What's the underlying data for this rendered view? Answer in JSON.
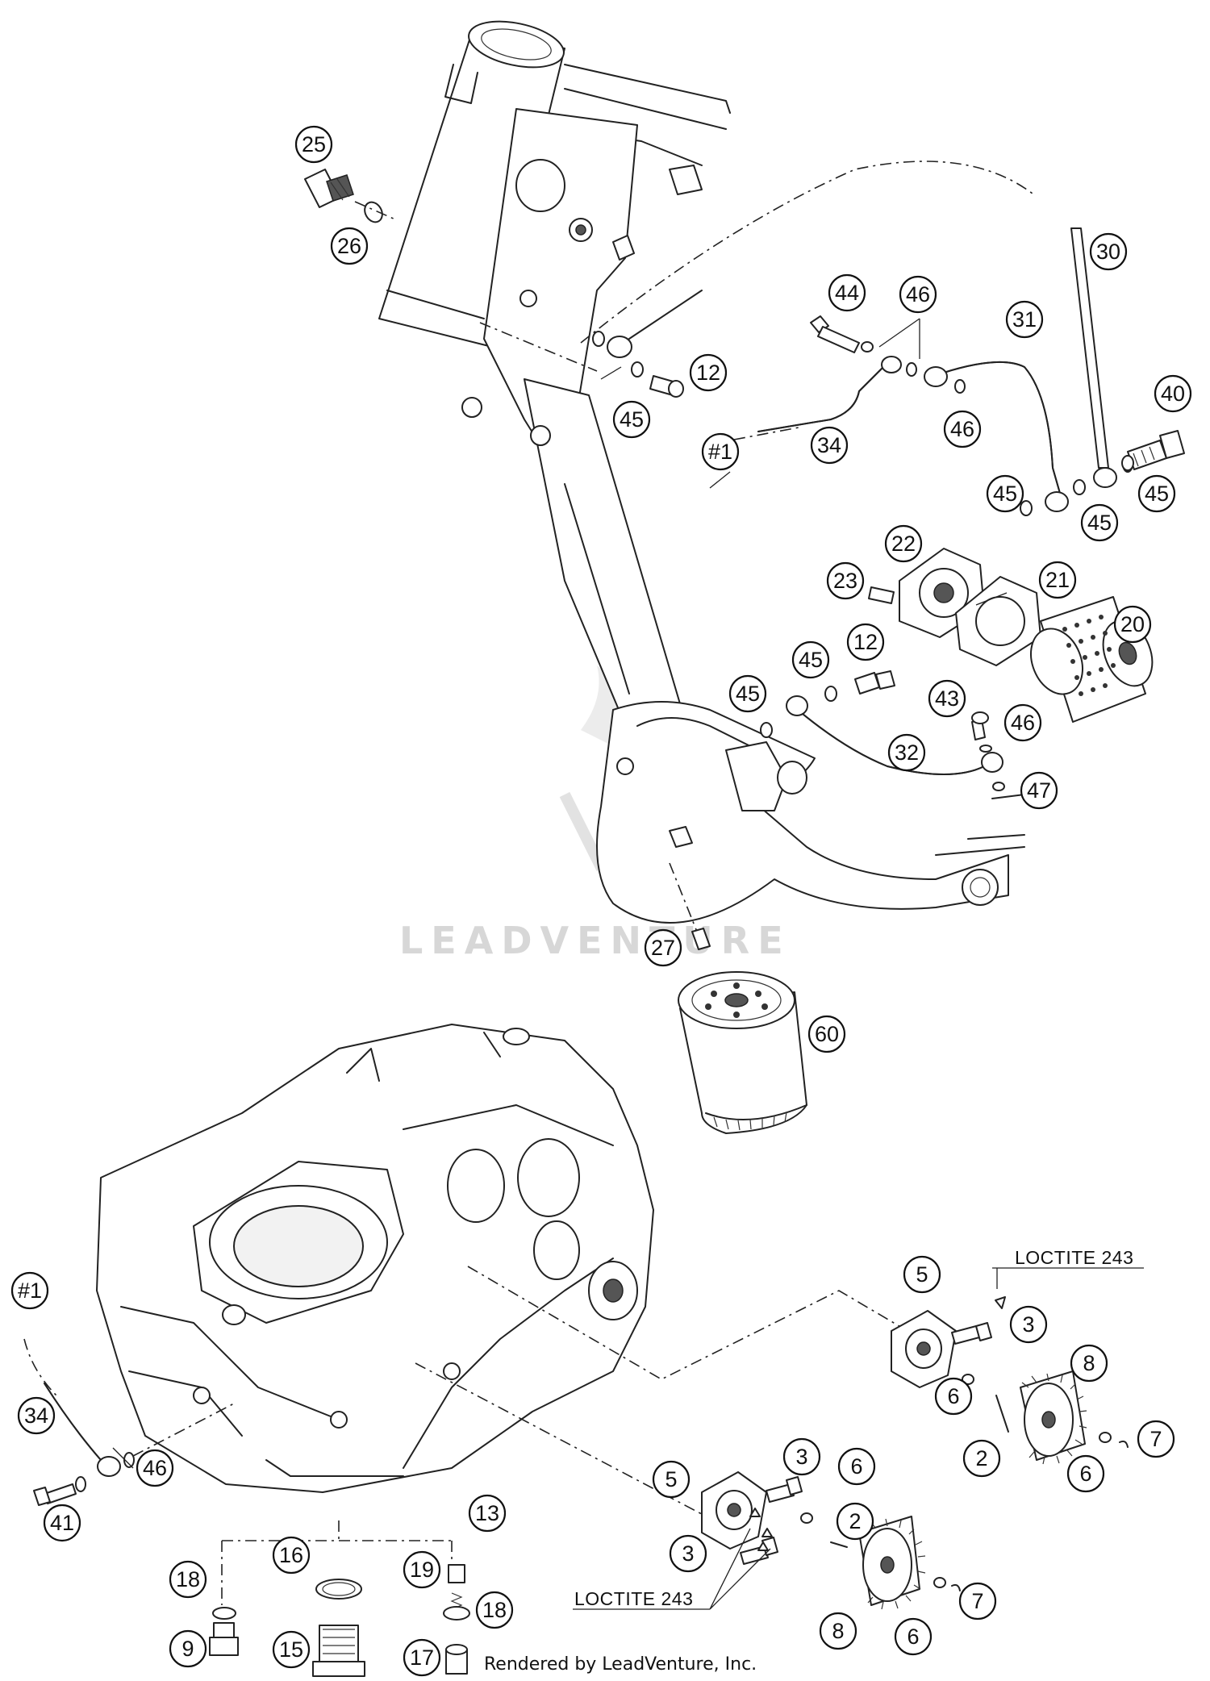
{
  "watermark": "LEADVENTURE",
  "footer": "Rendered by LeadVenture, Inc.",
  "notes": {
    "loctite_upper": "LOCTITE 243",
    "loctite_lower": "LOCTITE 243"
  },
  "callouts": {
    "c25": "25",
    "c26": "26",
    "c30": "30",
    "c44": "44",
    "c46a": "46",
    "c31": "31",
    "c12a": "12",
    "c45a": "45",
    "c1a": "#1",
    "c34a": "34",
    "c46b": "46",
    "c40": "40",
    "c45b": "45",
    "c45c": "45",
    "c45d": "45",
    "c22": "22",
    "c23": "23",
    "c21": "21",
    "c20": "20",
    "c12b": "12",
    "c45e": "45",
    "c45f": "45",
    "c43": "43",
    "c46c": "46",
    "c32": "32",
    "c47": "47",
    "c27": "27",
    "c60": "60",
    "c1b": "#1",
    "c34b": "34",
    "c46d": "46",
    "c41": "41",
    "c13": "13",
    "c18a": "18",
    "c16": "16",
    "c19": "19",
    "c18b": "18",
    "c9": "9",
    "c15": "15",
    "c17": "17",
    "c5a": "5",
    "c3a": "3",
    "c8a": "8",
    "c6a": "6",
    "c2a": "2",
    "c6b": "6",
    "c7a": "7",
    "c5b": "5",
    "c3b": "3",
    "c6c": "6",
    "c2b": "2",
    "c3c": "3",
    "c8b": "8",
    "c6d": "6",
    "c7b": "7"
  }
}
